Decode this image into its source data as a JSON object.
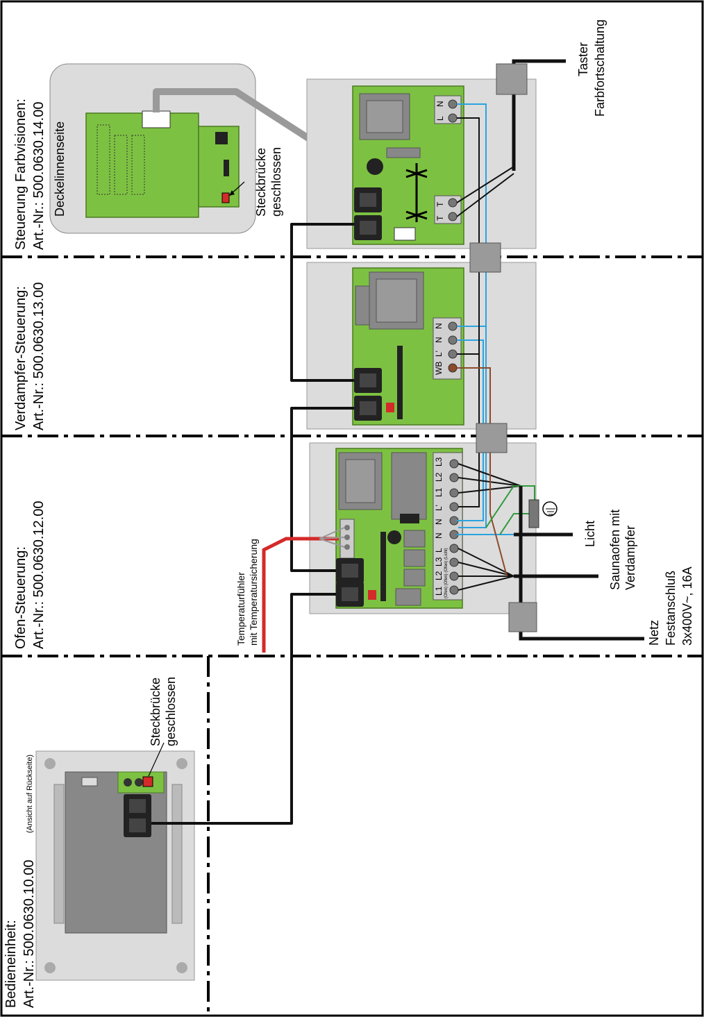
{
  "sections": {
    "farbvisionen": {
      "title": "Steuerung Farbvisionen:",
      "art": "Art.-Nr.: 500.0630.14.00"
    },
    "verdampfer": {
      "title": "Verdampfer-Steuerung:",
      "art": "Art.-Nr.: 500.0630.13.00"
    },
    "ofen": {
      "title": "Ofen-Steuerung:",
      "art": "Art.-Nr.: 500.0630.12.00"
    },
    "bedien": {
      "title": "Bedieneinheit:",
      "art": "Art.-Nr.: 500.0630.10.00",
      "note": "(Ansicht auf Rückseite)"
    }
  },
  "labels": {
    "deckel": "Deckelinnenseite",
    "steck1_a": "Steckbrücke",
    "steck1_b": "geschlossen",
    "steck2_a": "Steckbrücke",
    "steck2_b": "geschlossen",
    "taster_a": "Taster",
    "taster_b": "Farbfortschaltung",
    "temp_a": "Temperaturfühler",
    "temp_b": "mit Temperatursicherung",
    "licht": "Licht",
    "sauna_a": "Saunaofen mit",
    "sauna_b": "Verdampfer",
    "netz_a": "Netz",
    "netz_b": "Festanschluß",
    "netz_c": "3x400V~, 16A"
  },
  "terminals": {
    "farb_top": [
      "N",
      "L"
    ],
    "farb_bottom": [
      "T",
      "T"
    ],
    "verdampfer": [
      "N",
      "N",
      "L'",
      "WB"
    ],
    "ofen": [
      "L3",
      "L2",
      "L1",
      "L'",
      "N",
      "N",
      "L",
      "L3",
      "L2",
      "L1"
    ],
    "ofen_sub": "(Ofen) (Ofen) (Ofen) (Licht)"
  },
  "colors": {
    "board_green": "#7dc142",
    "panel_grey": "#dcdcdc",
    "wire_black": "#111111",
    "wire_blue": "#29a3e0",
    "wire_red": "#d42a2a",
    "wire_brown": "#8b4a2b",
    "wire_green": "#2f9a3a",
    "cable_grey": "#9a9a9a"
  }
}
